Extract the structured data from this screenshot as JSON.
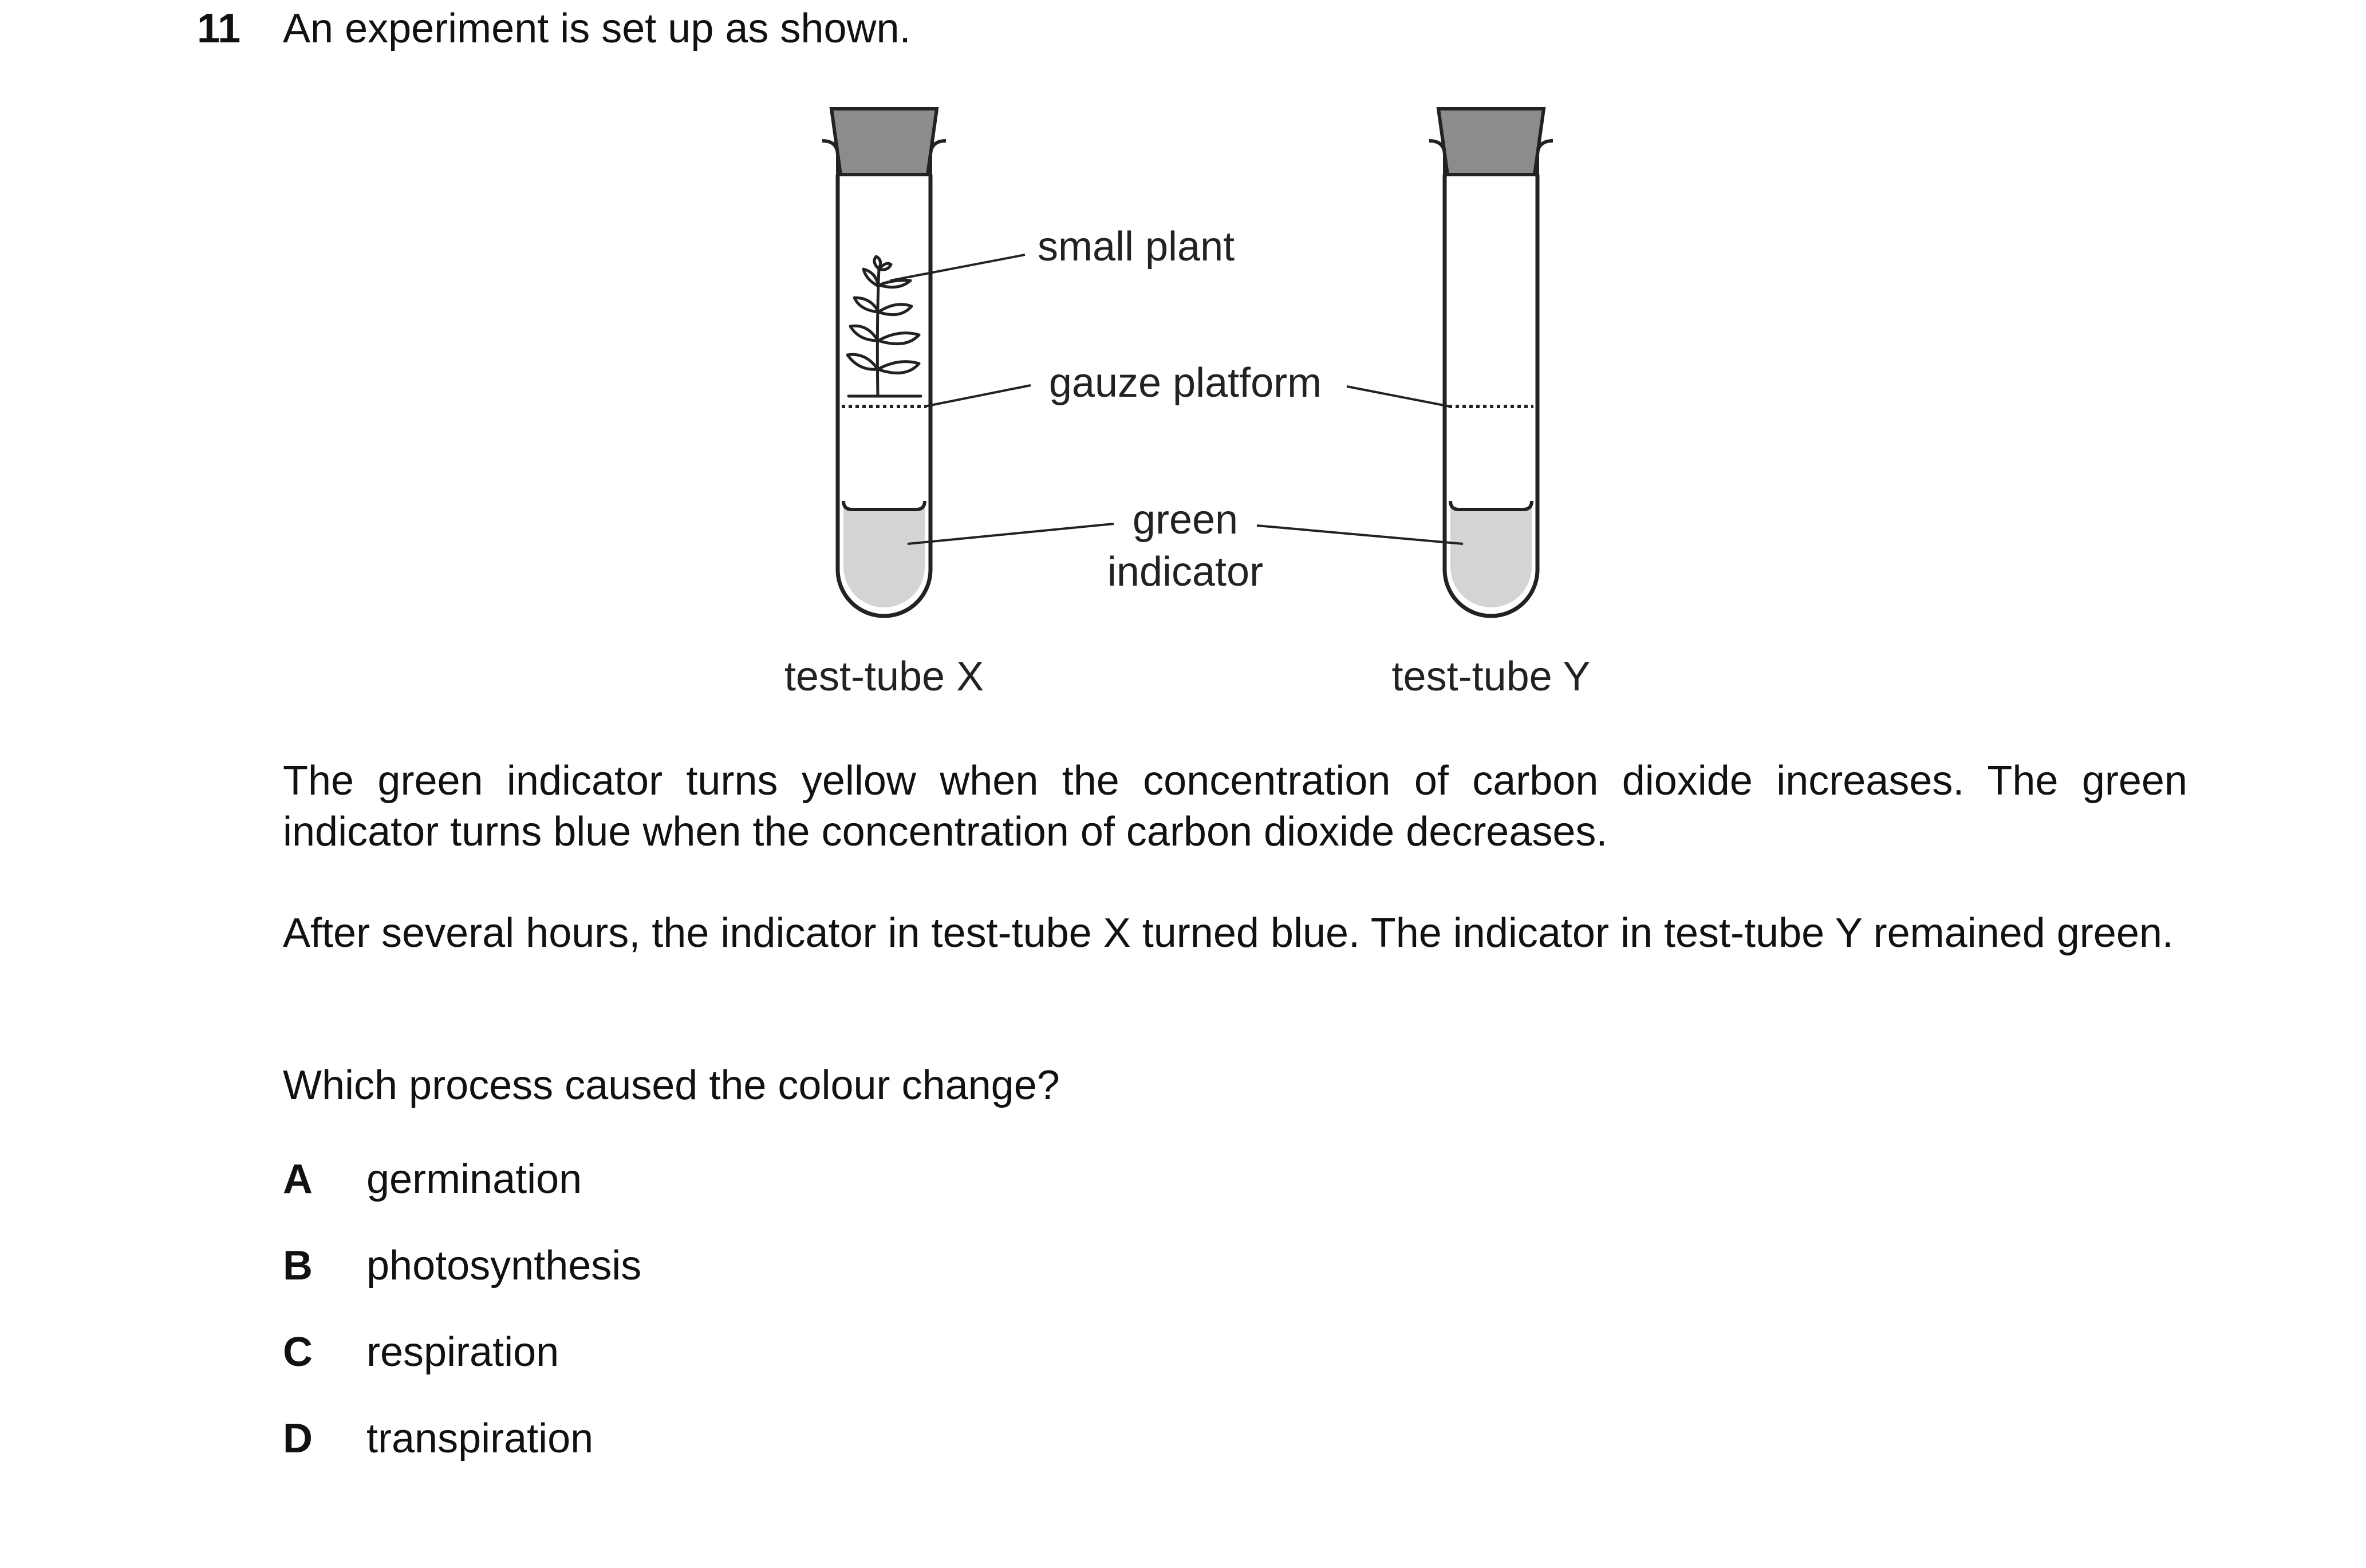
{
  "question": {
    "number": "11",
    "stem": "An experiment is set up as shown."
  },
  "diagram": {
    "labels": {
      "small_plant": "small plant",
      "gauze_platform": "gauze platform",
      "green_indicator_line1": "green",
      "green_indicator_line2": "indicator",
      "tube_x": "test-tube X",
      "tube_y": "test-tube Y"
    },
    "colors": {
      "stopper": "#8c8c8c",
      "indicator_liquid": "#d4d4d4",
      "outline": "#222222"
    }
  },
  "paragraphs": [
    "The green indicator turns yellow when the concentration of carbon dioxide increases. The green indicator turns blue when the concentration of carbon dioxide decreases.",
    "After several hours, the indicator in test-tube X turned blue. The indicator in test-tube Y remained green.",
    "Which process caused the colour change?"
  ],
  "options": [
    {
      "letter": "A",
      "text": "germination"
    },
    {
      "letter": "B",
      "text": "photosynthesis"
    },
    {
      "letter": "C",
      "text": "respiration"
    },
    {
      "letter": "D",
      "text": "transpiration"
    }
  ]
}
